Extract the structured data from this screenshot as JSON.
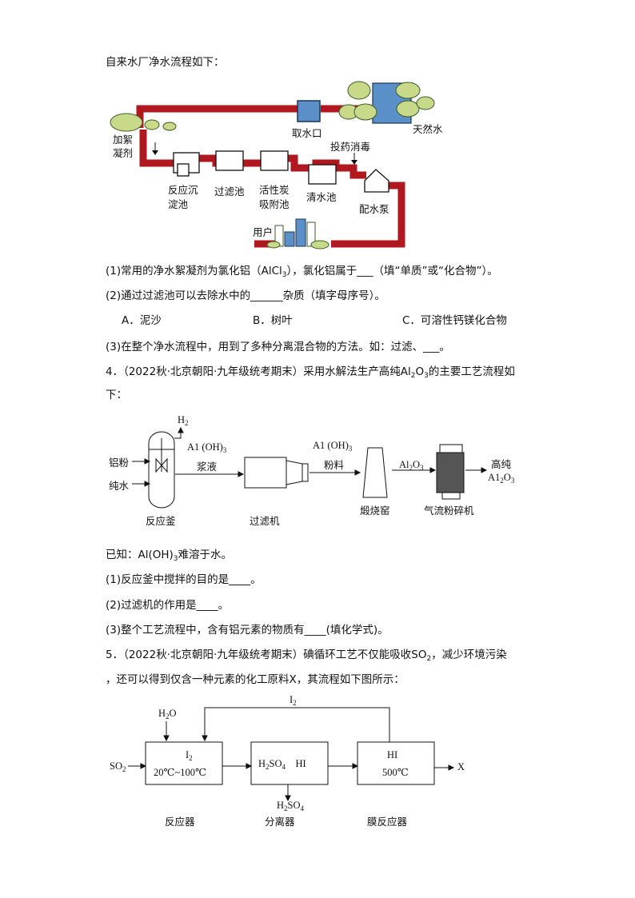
{
  "intro": "自来水厂净水流程如下：",
  "diagram1": {
    "intake": "取水口",
    "natural_water": "天然水",
    "coagulant": [
      "加絮",
      "凝剂"
    ],
    "disinfect": "投药消毒",
    "sediment_tank": [
      "反应沉",
      "淀池"
    ],
    "filter_tank": "过滤池",
    "carbon_tank": [
      "活性炭",
      "吸附池"
    ],
    "clear_tank": "清水池",
    "pump": "配水泵",
    "user": "用户"
  },
  "q3": {
    "p1_pre": "(1)常用的净水絮凝剂为氯化铝（AlCl",
    "p1_sub": "3",
    "p1_post": "），氯化铝属于___（填“单质”或“化合物”）。",
    "p2": "(2)通过过滤池可以去除水中的______杂质（填字母序号）。",
    "opt_a": "A．泥沙",
    "opt_b": "B．树叶",
    "opt_c": "C．可溶性钙镁化合物",
    "p3": "(3)在整个净水流程中，用到了多种分离混合物的方法。如：过滤、___。"
  },
  "q4": {
    "stem_pre": "4．（2022秋·北京朝阳·九年级统考期末）采用水解法生产高纯Al",
    "stem_sub1": "2",
    "stem_o": "O",
    "stem_sub2": "3",
    "stem_post": "的主要工艺流程如",
    "stem_line2": "下：",
    "h2": "H",
    "h2_sub": "2",
    "al_powder": "铝粉",
    "pure_water": "纯水",
    "reactor": "反应釜",
    "slurry_1": "A1 (OH)",
    "slurry_1_sub": "3",
    "slurry_2": "浆液",
    "filter": "过滤机",
    "powder_1": "A1 (OH)",
    "powder_1_sub": "3",
    "powder_2": "粉料",
    "kiln": "煅烧窑",
    "al2o3_mid": "Al",
    "al2o3_mid_sub1": "2",
    "al2o3_mid_o": "O",
    "al2o3_mid_sub2": "3",
    "mill": "气流粉碎机",
    "high_pure": "高纯",
    "out_al": "A1",
    "out_sub1": "2",
    "out_o": "O",
    "out_sub2": "3",
    "known_pre": "已知：Al(OH)",
    "known_sub": "3",
    "known_post": "难溶于水。",
    "p1": "(1)反应釜中搅拌的目的是____。",
    "p2": "(2)过滤机的作用是____。",
    "p3": "(3)整个工艺流程中，含有铝元素的物质有____(填化学式)。"
  },
  "q5": {
    "stem_pre": "5．（2022秋·北京朝阳·九年级统考期末）碘循环工艺不仅能吸收SO",
    "stem_sub": "2",
    "stem_post": "，减少环境污染",
    "stem_line2": "，还可以得到仅含一种元素的化工原料X，其流程如下图所示：",
    "i2_top": "I",
    "i2_top_sub": "2",
    "h2o": "H",
    "h2o_sub": "2",
    "h2o_o": "O",
    "so2": "SO",
    "so2_sub": "2",
    "box1_line1": "I",
    "box1_line1_sub": "2",
    "box1_line2": "20℃~100℃",
    "box2_h2so4": "H",
    "box2_h2so4_sub1": "2",
    "box2_h2so4_mid": "SO",
    "box2_h2so4_sub2": "4",
    "box2_hi": "HI",
    "box3_line1": "HI",
    "box3_line2": "500℃",
    "x_out": "X",
    "sep_out": "H",
    "sep_out_sub1": "2",
    "sep_out_mid": "SO",
    "sep_out_sub2": "4",
    "label_reactor": "反应器",
    "label_separator": "分离器",
    "label_membrane": "膜反应器"
  },
  "colors": {
    "pipe": "#b0171f",
    "tank_blue": "#5b8fc7",
    "tree": "#c9d98a",
    "tree_dark": "#3b5a2a"
  }
}
